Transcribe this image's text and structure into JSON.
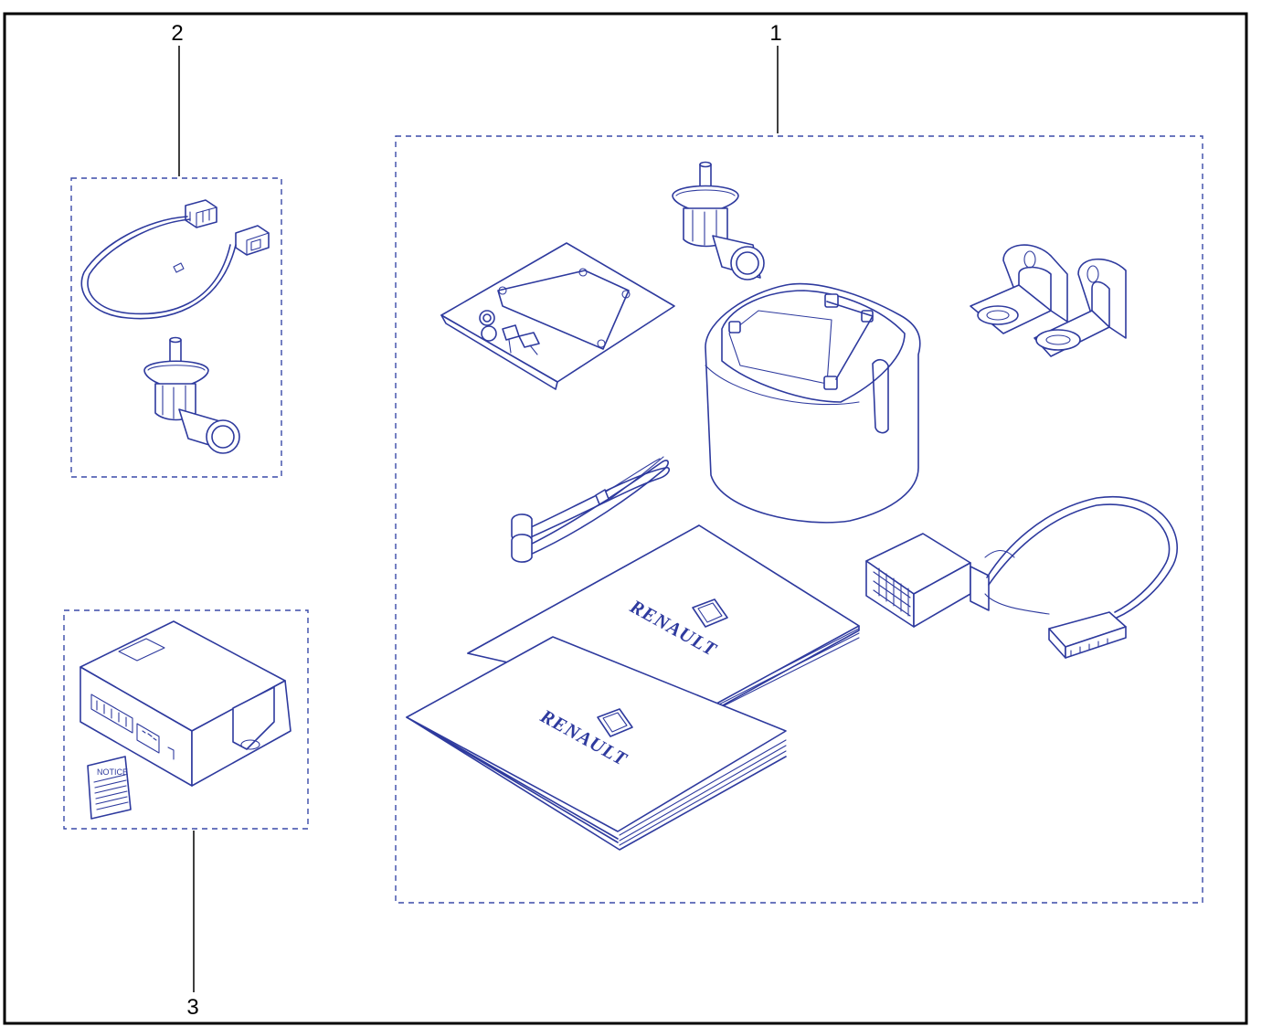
{
  "callouts": {
    "one": "1",
    "two": "2",
    "three": "3"
  },
  "brand_label_a": "RENAULT",
  "brand_label_b": "RENAULT",
  "notice_label": "NOTICE",
  "colors": {
    "ink": "#2e3a9e",
    "frame": "#000000",
    "background": "#ffffff"
  }
}
